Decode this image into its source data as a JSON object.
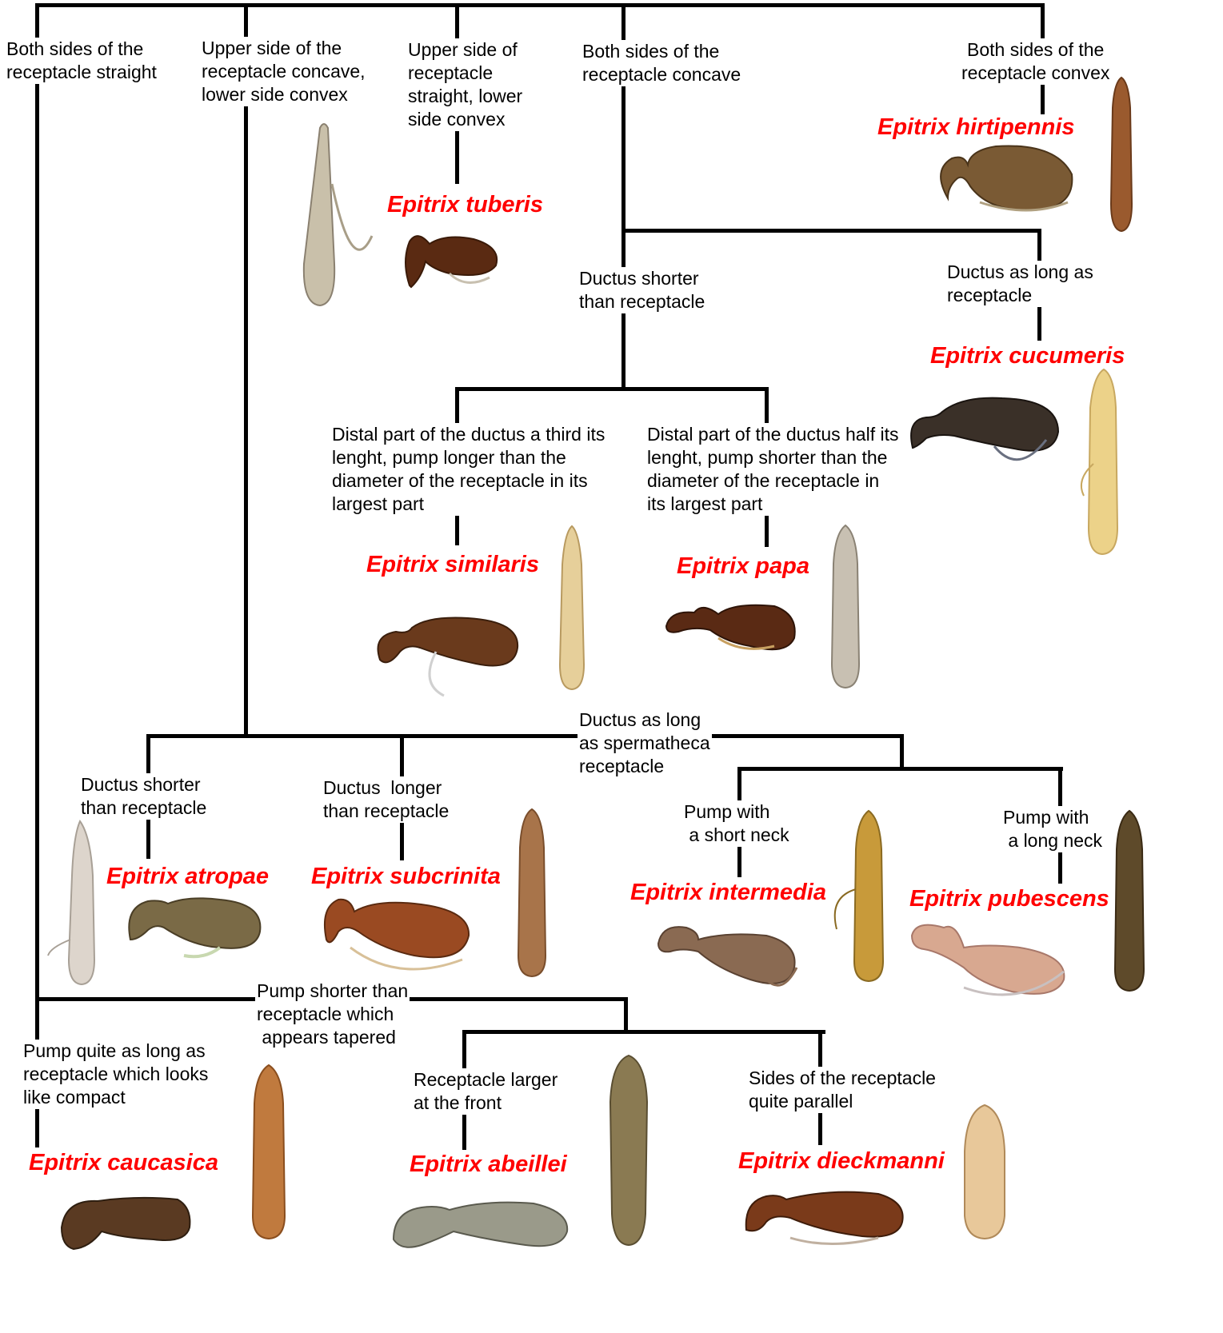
{
  "colors": {
    "line": "#000000",
    "species_text": "#ff0000",
    "specimen_dark_brown": "#5a2a12",
    "specimen_medium_brown": "#8a5a2a",
    "specimen_pale": "#e8d9b5",
    "specimen_grey": "#b8b0a0"
  },
  "labels": {
    "both_straight": "Both sides of the\nreceptacle straight",
    "upper_concave_lower_convex": "Upper side of the\nreceptacle concave,\nlower side convex",
    "upper_straight_lower_convex": "Upper side of\nreceptacle\nstraight, lower\nside convex",
    "both_concave": "Both sides of the\nreceptacle concave",
    "both_convex": "Both sides of the\nreceptacle convex",
    "ductus_shorter_1": "Ductus shorter\nthan receptacle",
    "ductus_as_long_as_receptacle": "Ductus as long as\nreceptacle",
    "distal_third": "Distal part of the ductus a third its\nlenght, pump longer than the\ndiameter of the receptacle in its\nlargest part",
    "distal_half": "Distal part of the ductus half its\nlenght, pump shorter than the\ndiameter of the receptacle in\nits largest part",
    "ductus_as_long_as_spermatheca": "Ductus as long\nas spermatheca\nreceptacle",
    "ductus_shorter_2": "Ductus shorter\nthan receptacle",
    "ductus_longer": "Ductus  longer\nthan receptacle",
    "pump_short_neck": "Pump with\n a short neck",
    "pump_long_neck": "Pump with\n a long neck",
    "pump_shorter_tapered": "Pump shorter than\nreceptacle which\n appears tapered",
    "pump_as_long_compact": "Pump quite as long as\nreceptacle which looks\nlike compact",
    "receptacle_larger_front": "Receptacle larger\nat the front",
    "sides_parallel": "Sides of the receptacle\nquite parallel"
  },
  "species": {
    "tuberis": "Epitrix tuberis",
    "hirtipennis": "Epitrix hirtipennis",
    "cucumeris": "Epitrix cucumeris",
    "similaris": "Epitrix similaris",
    "papa": "Epitrix papa",
    "atropae": "Epitrix atropae",
    "subcrinita": "Epitrix subcrinita",
    "intermedia": "Epitrix intermedia",
    "pubescens": "Epitrix pubescens",
    "caucasica": "Epitrix caucasica",
    "abeillei": "Epitrix abeillei",
    "dieckmanni": "Epitrix dieckmanni"
  }
}
